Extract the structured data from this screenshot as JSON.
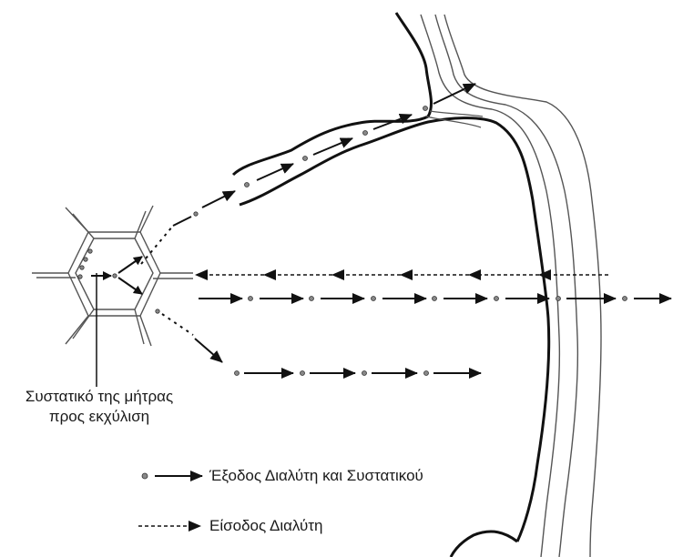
{
  "labels": {
    "matrix_line1": "Συστατικό της μήτρας",
    "matrix_line2": "προς εκχύλιση"
  },
  "legend": {
    "solid_label": "Έξοδος Διαλύτη και Συστατικού",
    "dashed_label": "Είσοδος Διαλύτη"
  },
  "colors": {
    "line": "#111111",
    "thin_line": "#555555",
    "dot_fill": "#888888",
    "text": "#1a1a1a"
  }
}
